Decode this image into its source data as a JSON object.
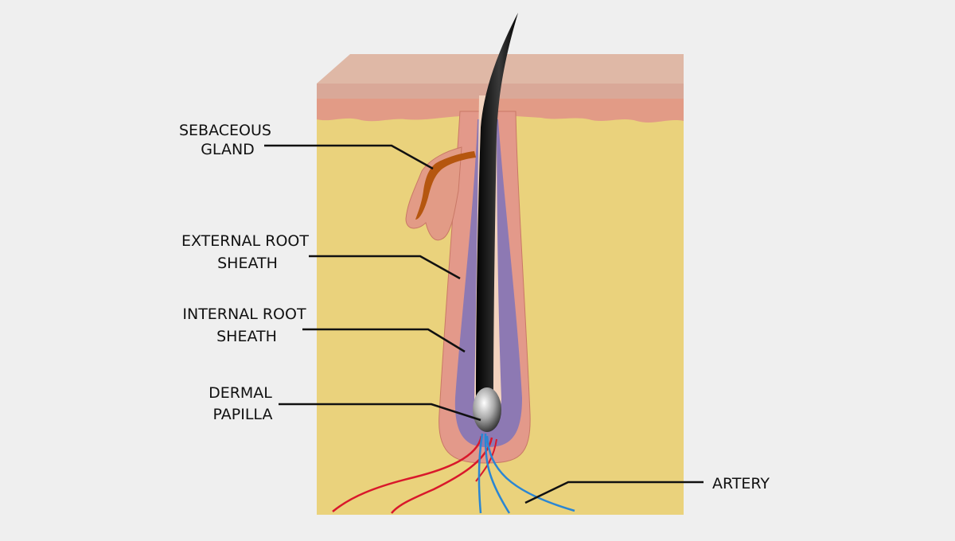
{
  "labels": {
    "sebaceous_gland": [
      "SEBACEOUS",
      "GLAND"
    ],
    "external_root_sheath": [
      "EXTERNAL ROOT",
      "SHEATH"
    ],
    "internal_root_sheath": [
      "INTERNAL ROOT",
      "SHEATH"
    ],
    "dermal_papilla": [
      "DERMAL",
      "PAPILLA"
    ],
    "artery": [
      "ARTERY"
    ]
  },
  "colors": {
    "background": "#efefef",
    "epidermis_top": "#dfb8a6",
    "skin_layer": "#e29b86",
    "dermis": "#ead27c",
    "external_root_sheath": "#e3998a",
    "internal_root_sheath": "#8d79b3",
    "hair_shaft": "#111111",
    "hair_cuticle": "#f3d3bf",
    "sebaceous_gland": "#b5560f",
    "artery": "#2a86d3",
    "vein": "#d9182b",
    "leader_line": "#111111"
  }
}
